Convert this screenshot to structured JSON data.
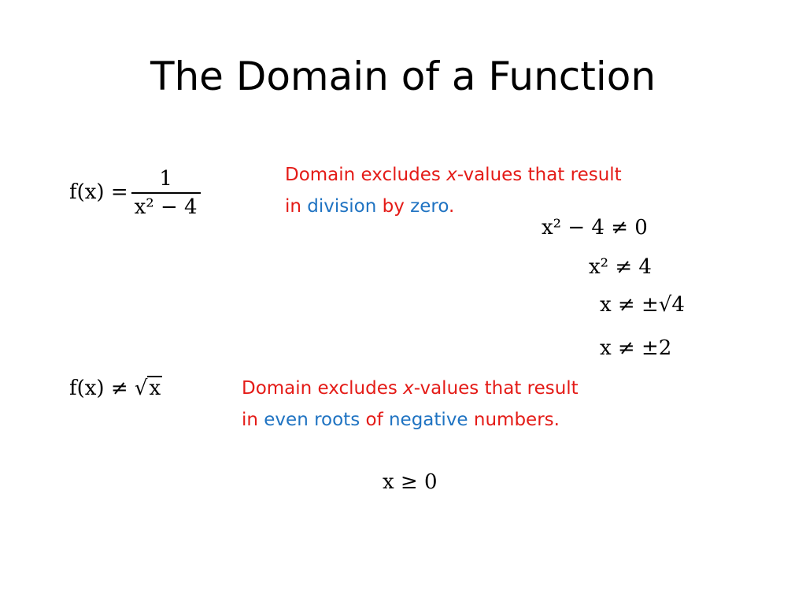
{
  "title": "The Domain of a Function",
  "colors": {
    "text": "#000000",
    "red": "#e41b17",
    "blue": "#1f73c2",
    "background": "#ffffff"
  },
  "example1": {
    "function_lhs": "f(x) =",
    "numerator": "1",
    "denominator": "x² − 4",
    "note_parts": [
      {
        "text": "Domain excludes ",
        "color": "red"
      },
      {
        "text": "x",
        "color": "red",
        "italic": true
      },
      {
        "text": "-values that result",
        "color": "red"
      },
      {
        "text": "in ",
        "color": "red",
        "newline": true
      },
      {
        "text": "division",
        "color": "blue"
      },
      {
        "text": " by ",
        "color": "red"
      },
      {
        "text": "zero",
        "color": "blue"
      },
      {
        "text": ".",
        "color": "red"
      }
    ],
    "steps": [
      "x² − 4 ≠ 0",
      "x² ≠ 4",
      "x ≠ ±√4",
      "x ≠ ±2"
    ]
  },
  "example2": {
    "function_lhs": "f(x) ≠",
    "radicand": "x",
    "note_parts": [
      {
        "text": "Domain excludes ",
        "color": "red"
      },
      {
        "text": "x",
        "color": "red",
        "italic": true
      },
      {
        "text": "-values that result",
        "color": "red"
      },
      {
        "text": "in ",
        "color": "red",
        "newline": true
      },
      {
        "text": "even roots",
        "color": "blue"
      },
      {
        "text": " of ",
        "color": "red"
      },
      {
        "text": "negative",
        "color": "blue"
      },
      {
        "text": " numbers.",
        "color": "red"
      }
    ],
    "result": "x ≥ 0"
  }
}
